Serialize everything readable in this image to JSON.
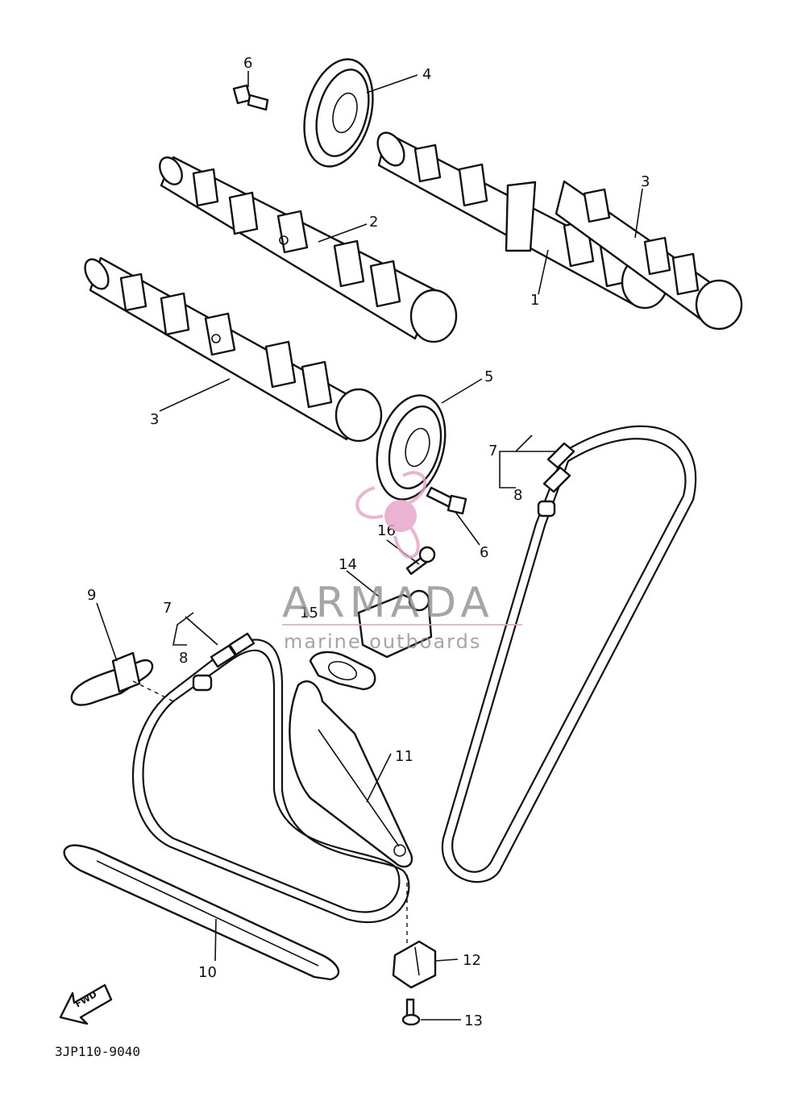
{
  "diagram": {
    "callouts": {
      "c1": "1",
      "c2": "2",
      "c3a": "3",
      "c3b": "3",
      "c4": "4",
      "c5": "5",
      "c6a": "6",
      "c6b": "6",
      "c7a": "7",
      "c7b": "7",
      "c8a": "8",
      "c8b": "8",
      "c9": "9",
      "c10": "10",
      "c11": "11",
      "c12": "12",
      "c13": "13",
      "c14": "14",
      "c15": "15",
      "c16": "16"
    },
    "fwd_label": "FWD",
    "code": "3JP110-9040"
  },
  "watermark": {
    "brand": "ARMADA",
    "tagline": "marine outboards",
    "accent": "#e8a0c8",
    "text_color": "#8f8f8f"
  }
}
